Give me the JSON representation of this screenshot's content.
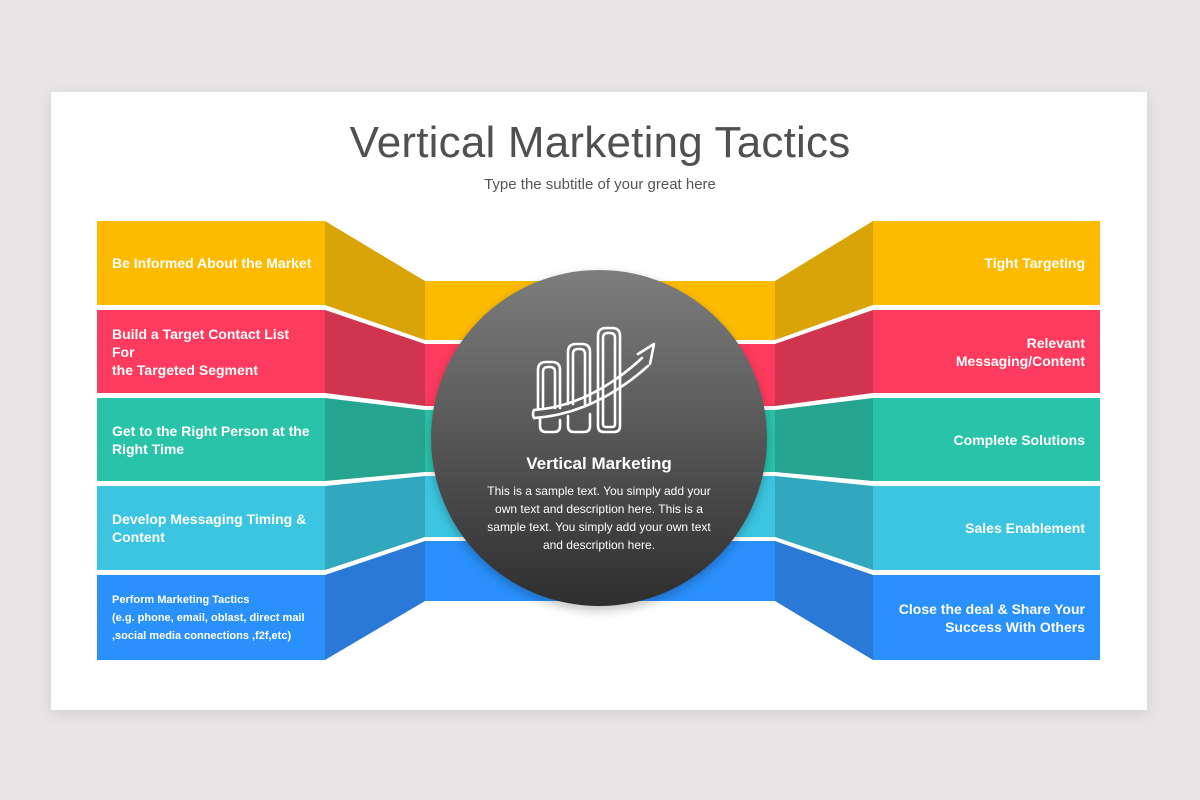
{
  "slide": {
    "title": "Vertical Marketing Tactics",
    "subtitle": "Type the subtitle of your great here"
  },
  "colors": {
    "background": "#e7e5e6",
    "yellow": "#fdbb00",
    "yellow_fold": "#d9a407",
    "red": "#fd3b5e",
    "red_fold": "#d0354f",
    "green": "#29c3aa",
    "green_fold": "#25a58f",
    "cyan": "#3bc5e0",
    "cyan_fold": "#31a8be",
    "blue": "#2990fc",
    "blue_fold": "#2b79d6",
    "circle_dark": "#2e2e2e"
  },
  "left_items": [
    {
      "label": "Be Informed About the Market",
      "color": "yellow"
    },
    {
      "label": "Build a Target Contact List For\nthe Targeted Segment",
      "color": "red"
    },
    {
      "label": "Get to the Right Person at the\nRight Time",
      "color": "green"
    },
    {
      "label": "Develop Messaging Timing &\nContent",
      "color": "cyan"
    },
    {
      "label": "Perform Marketing Tactics\n(e.g. phone, email, oblast, direct mail\n,social media connections ,f2f,etc)",
      "color": "blue"
    }
  ],
  "right_items": [
    {
      "label": "Tight Targeting",
      "color": "yellow"
    },
    {
      "label": "Relevant\nMessaging/Content",
      "color": "red"
    },
    {
      "label": "Complete Solutions",
      "color": "green"
    },
    {
      "label": "Sales Enablement",
      "color": "cyan"
    },
    {
      "label": "Close the deal & Share Your\nSuccess With Others",
      "color": "blue"
    }
  ],
  "center": {
    "icon": "growth-chart-arrow-icon",
    "title": "Vertical Marketing",
    "text": "This is a sample text. You simply add your own text and description here. This is a sample text. You simply add your own text and description here."
  }
}
